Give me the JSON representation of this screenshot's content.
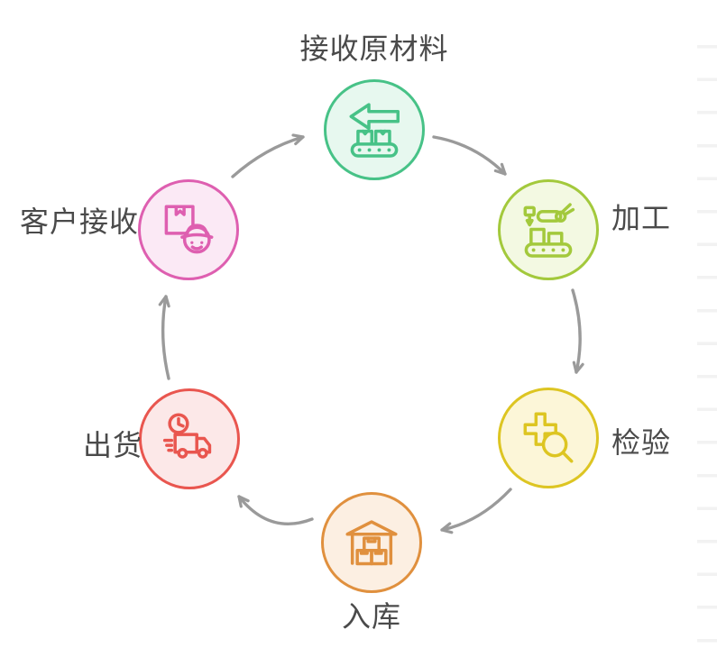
{
  "diagram": {
    "type": "circular-process-flow",
    "direction": "clockwise",
    "text_color": "#4a4a4a",
    "arrow_color": "#9a9a9a",
    "canvas_edge_tick_color": "#f2f2f2",
    "nodes": [
      {
        "id": "receive",
        "label": "接收原材料",
        "icon": "conveyor-arrow-icon",
        "stroke": "#47c287",
        "fill": "#e7f8ef",
        "position": "top"
      },
      {
        "id": "process",
        "label": "加工",
        "icon": "robotic-arm-icon",
        "stroke": "#a3c93c",
        "fill": "#f3f9e2",
        "position": "upper-right"
      },
      {
        "id": "inspect",
        "label": "检验",
        "icon": "inspection-magnifier-icon",
        "stroke": "#ddc522",
        "fill": "#fcf6d8",
        "position": "lower-right"
      },
      {
        "id": "store",
        "label": "入库",
        "icon": "warehouse-icon",
        "stroke": "#e0903e",
        "fill": "#fcefe2",
        "position": "bottom"
      },
      {
        "id": "ship",
        "label": "出货",
        "icon": "delivery-truck-icon",
        "stroke": "#e9564f",
        "fill": "#fce8e8",
        "position": "lower-left"
      },
      {
        "id": "customer",
        "label": "客户接收",
        "icon": "courier-package-icon",
        "stroke": "#de5fb0",
        "fill": "#fbe9f5",
        "position": "upper-left"
      }
    ],
    "edges": [
      {
        "from": "接收原材料",
        "to": "加工"
      },
      {
        "from": "加工",
        "to": "检验"
      },
      {
        "from": "检验",
        "to": "入库"
      },
      {
        "from": "入库",
        "to": "出货"
      },
      {
        "from": "出货",
        "to": "客户接收"
      },
      {
        "from": "客户接收",
        "to": "接收原材料"
      }
    ]
  }
}
